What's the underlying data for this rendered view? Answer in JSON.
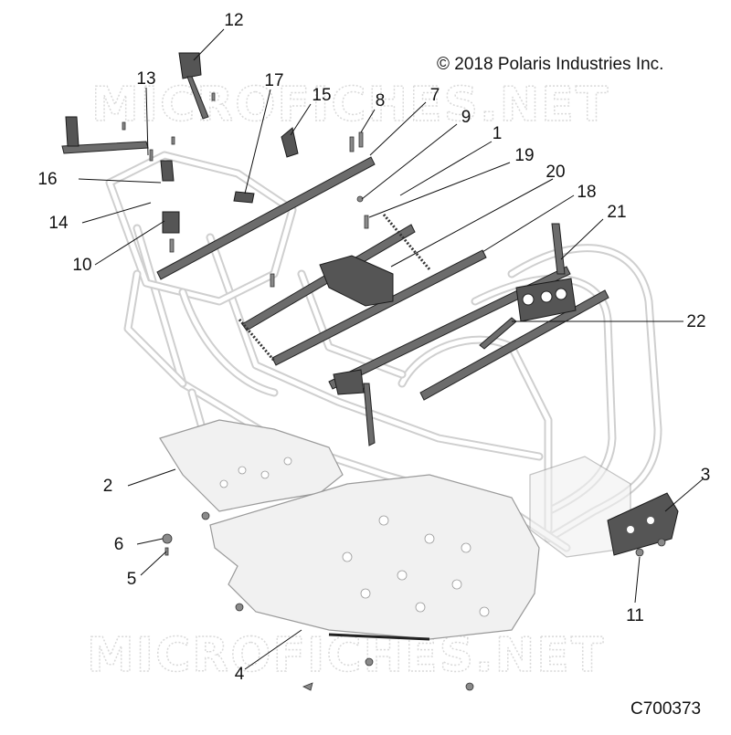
{
  "copyright": "© 2018 Polaris Industries Inc.",
  "diagram_code": "C700373",
  "watermark": "MICROFICHES.NET",
  "callouts": [
    "12",
    "13",
    "17",
    "15",
    "8",
    "7",
    "9",
    "1",
    "19",
    "20",
    "18",
    "16",
    "14",
    "10",
    "21",
    "22",
    "2",
    "3",
    "6",
    "5",
    "11",
    "4"
  ]
}
